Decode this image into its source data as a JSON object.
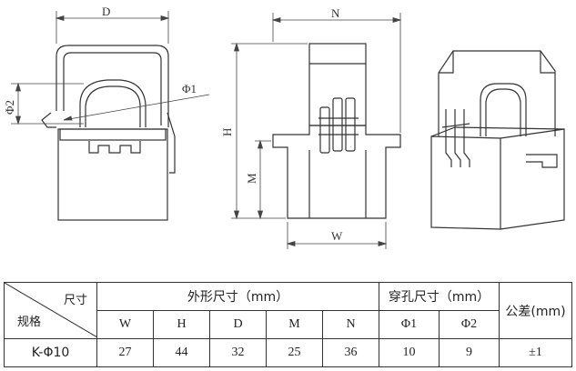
{
  "dimension_labels": {
    "D": "D",
    "N": "N",
    "H": "H",
    "M": "M",
    "W": "W",
    "phi1": "Φ1",
    "phi2": "Φ2"
  },
  "table": {
    "corner_top": "尺寸",
    "corner_bottom": "规格",
    "group_outer": "外形尺寸（mm）",
    "group_hole": "穿孔尺寸（mm）",
    "tolerance_header": "公差(mm)",
    "outer_cols": [
      "W",
      "H",
      "D",
      "M",
      "N"
    ],
    "hole_cols": [
      "Φ1",
      "Φ2"
    ],
    "row": {
      "model": "K-Φ10",
      "values": [
        "27",
        "44",
        "32",
        "25",
        "36",
        "10",
        "9"
      ],
      "tolerance": "±1"
    }
  }
}
